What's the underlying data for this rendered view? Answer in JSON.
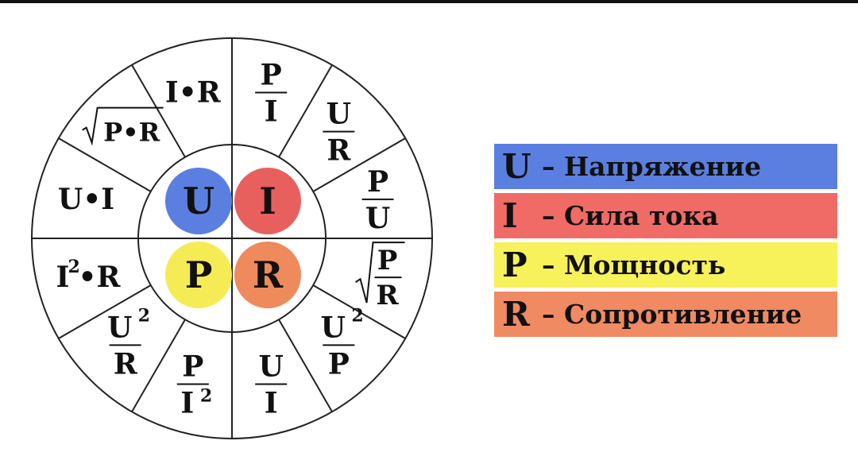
{
  "center": [
    {
      "symbol": "U",
      "color": "#5b7fe0"
    },
    {
      "symbol": "I",
      "color": "#e8605e"
    },
    {
      "symbol": "P",
      "color": "#f5ec55"
    },
    {
      "symbol": "R",
      "color": "#ee8a5c"
    }
  ],
  "segments": [
    {
      "kind": "frac",
      "num": "P",
      "den": "I"
    },
    {
      "kind": "frac",
      "num": "U",
      "den": "R"
    },
    {
      "kind": "frac",
      "num": "P",
      "den": "U"
    },
    {
      "kind": "sqrtfrac",
      "num": "P",
      "den": "R"
    },
    {
      "kind": "frac",
      "num": "U",
      "num_exp": "2",
      "den": "P"
    },
    {
      "kind": "frac",
      "num": "U",
      "den": "I"
    },
    {
      "kind": "frac",
      "num": "P",
      "den": "I",
      "den_exp": "2"
    },
    {
      "kind": "frac",
      "num": "U",
      "num_exp": "2",
      "den": "R"
    },
    {
      "kind": "text",
      "base": "I",
      "exp": "2",
      "rest": "•R"
    },
    {
      "kind": "text",
      "base": "U•I"
    },
    {
      "kind": "sqrt",
      "base": "P•R"
    },
    {
      "kind": "text",
      "base": "I•R"
    }
  ],
  "legend": [
    {
      "symbol": "U",
      "text": "– Напряжение",
      "color": "#5b7fe0"
    },
    {
      "symbol": "I",
      "text": "– Сила тока",
      "color": "#f06a66"
    },
    {
      "symbol": "P",
      "text": "– Мощность",
      "color": "#f7f15a"
    },
    {
      "symbol": "R",
      "text": "– Сопротивление",
      "color": "#f08a62"
    }
  ]
}
